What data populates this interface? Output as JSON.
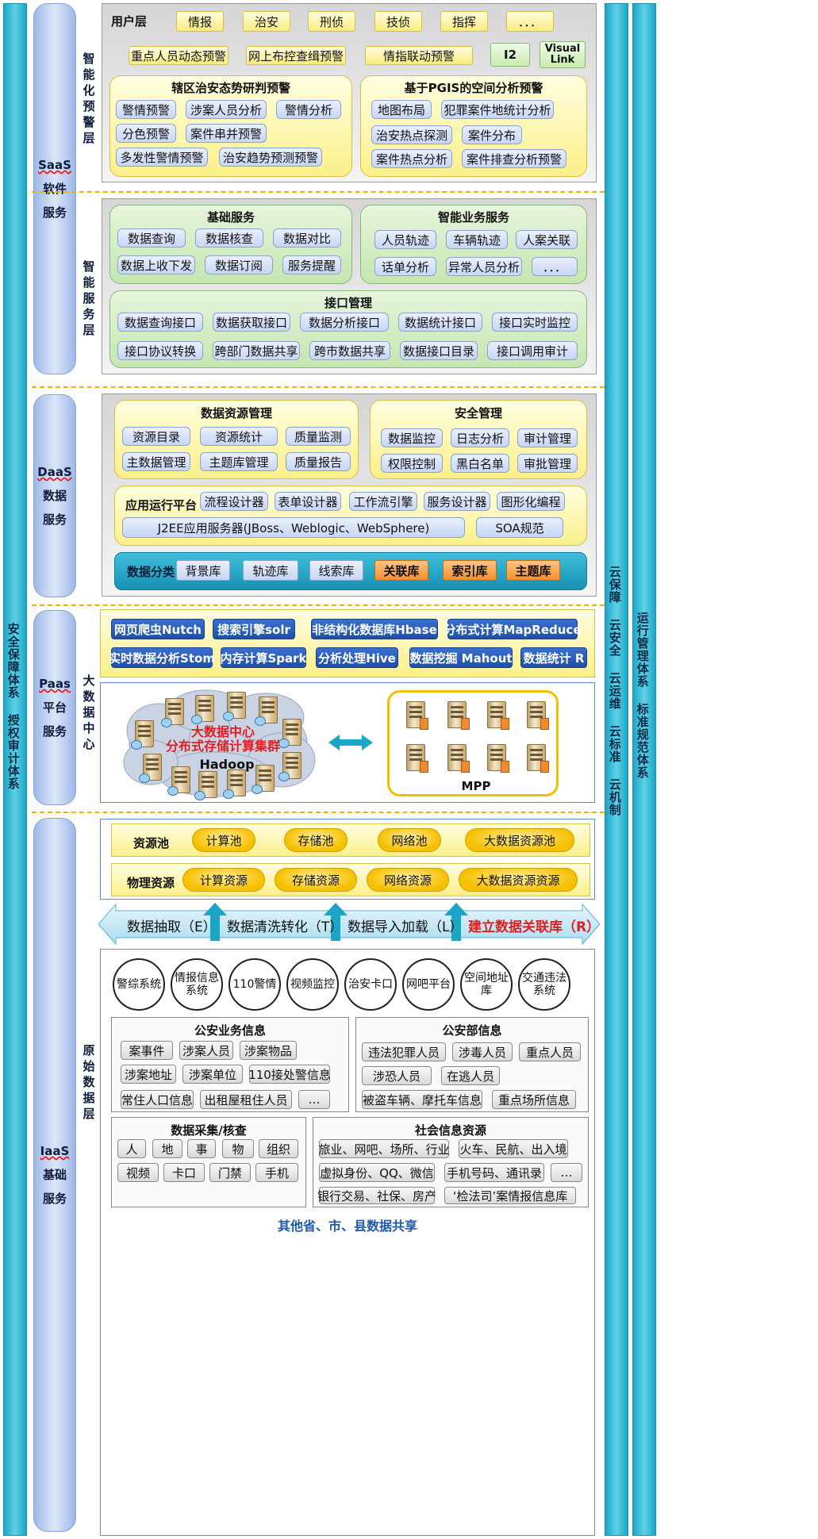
{
  "left_bar": {
    "text": "安全保障体系 授权审计体系"
  },
  "right_bar1": {
    "text": "云保障 云安全 云运维 云标准 云机制"
  },
  "right_bar2": {
    "text": "运行管理体系 标准规范体系"
  },
  "layers": {
    "saas": [
      "SaaS",
      "软件",
      "服务"
    ],
    "daas": [
      "DaaS",
      "数据",
      "服务"
    ],
    "paas": [
      "Paas",
      "平台",
      "服务"
    ],
    "iaas": [
      "IaaS",
      "基础",
      "服务"
    ]
  },
  "sublayers": {
    "smart_warning": "智能化预警层",
    "smart_service": "智能服务层",
    "bigdata": "大数据中心",
    "raw": "原始数据层"
  },
  "user_layer": {
    "title": "用户层",
    "items": [
      "情报",
      "治安",
      "刑侦",
      "技侦",
      "指挥",
      "．．．"
    ]
  },
  "warning_row": {
    "items": [
      "重点人员动态预警",
      "网上布控查缉预警",
      "情指联动预警"
    ],
    "i2": "I2",
    "visual_link": "Visual Link"
  },
  "district": {
    "title": "辖区治安态势研判预警",
    "items": [
      "警情预警",
      "涉案人员分析",
      "警情分析",
      "分色预警",
      "案件串并预警",
      "多发性警情预警",
      "治安趋势预测预警"
    ]
  },
  "pgis": {
    "title": "基于PGIS的空间分析预警",
    "items": [
      "地图布局",
      "犯罪案件地统计分析",
      "治安热点探测",
      "案件分布",
      "案件热点分析",
      "案件排查分析预警"
    ]
  },
  "basic_service": {
    "title": "基础服务",
    "items": [
      "数据查询",
      "数据核查",
      "数据对比",
      "数据上收下发",
      "数据订阅",
      "服务提醒"
    ]
  },
  "smart_business": {
    "title": "智能业务服务",
    "items": [
      "人员轨迹",
      "车辆轨迹",
      "人案关联",
      "话单分析",
      "异常人员分析",
      "．．．"
    ]
  },
  "interface": {
    "title": "接口管理",
    "items": [
      "数据查询接口",
      "数据获取接口",
      "数据分析接口",
      "数据统计接口",
      "接口实时监控",
      "接口协议转换",
      "跨部门数据共享",
      "跨市数据共享",
      "数据接口目录",
      "接口调用审计"
    ]
  },
  "resource_mgmt": {
    "title": "数据资源管理",
    "items": [
      "资源目录",
      "资源统计",
      "质量监测",
      "主数据管理",
      "主题库管理",
      "质量报告"
    ]
  },
  "security_mgmt": {
    "title": "安全管理",
    "items": [
      "数据监控",
      "日志分析",
      "审计管理",
      "权限控制",
      "黑白名单",
      "审批管理"
    ]
  },
  "app_platform": {
    "title": "应用运行平台",
    "items": [
      "流程设计器",
      "表单设计器",
      "工作流引擎",
      "服务设计器",
      "图形化编程"
    ],
    "j2ee": "J2EE应用服务器(JBoss、Weblogic、WebSphere)",
    "soa": "SOA规范"
  },
  "data_class": {
    "title": "数据分类",
    "blue": [
      "背景库",
      "轨迹库",
      "线索库"
    ],
    "orange": [
      "关联库",
      "索引库",
      "主题库"
    ]
  },
  "bigdata_tools": {
    "row1": [
      "网页爬虫Nutch",
      "搜索引擎solr",
      "非结构化数据库Hbase",
      "分布式计算MapReduce"
    ],
    "row2": [
      "实时数据分析Stom",
      "内存计算Spark",
      "分析处理Hive",
      "数据挖掘 Mahout",
      "数据统计 R"
    ]
  },
  "cluster": {
    "line1": "大数据中心",
    "line2": "分布式存储计算集群",
    "hadoop": "Hadoop",
    "mpp": "MPP"
  },
  "pool": {
    "title": "资源池",
    "items": [
      "计算池",
      "存储池",
      "网络池",
      "大数据资源池"
    ]
  },
  "physical": {
    "title": "物理资源",
    "items": [
      "计算资源",
      "存储资源",
      "网络资源",
      "大数据资源资源"
    ]
  },
  "etl": {
    "e": "数据抽取（E）",
    "t": "数据清洗转化（T）",
    "l": "数据导入加载（L）",
    "r": "建立数据关联库（R）"
  },
  "systems": [
    "警综系统",
    "情报信息系统",
    "110警情",
    "视频监控",
    "治安卡口",
    "网吧平台",
    "空间地址库",
    "交通违法系统"
  ],
  "police_biz": {
    "title": "公安业务信息",
    "items": [
      "案事件",
      "涉案人员",
      "涉案物品",
      "涉案地址",
      "涉案单位",
      "110接处警信息",
      "常住人口信息",
      "出租屋租住人员",
      "…"
    ]
  },
  "ministry": {
    "title": "公安部信息",
    "items": [
      "违法犯罪人员",
      "涉毒人员",
      "重点人员",
      "涉恐人员",
      "在逃人员",
      "被盗车辆、摩托车信息",
      "重点场所信息"
    ]
  },
  "collect": {
    "title": "数据采集/核查",
    "items": [
      "人",
      "地",
      "事",
      "物",
      "组织",
      "视频",
      "卡口",
      "门禁",
      "手机"
    ]
  },
  "social": {
    "title": "社会信息资源",
    "items": [
      "旅业、网吧、场所、行业",
      "火车、民航、出入境",
      "虚拟身份、QQ、微信",
      "手机号码、通讯录",
      "…",
      "银行交易、社保、房产",
      "‘检法司’案情报信息库"
    ]
  },
  "footer": "其他省、市、县数据共享"
}
